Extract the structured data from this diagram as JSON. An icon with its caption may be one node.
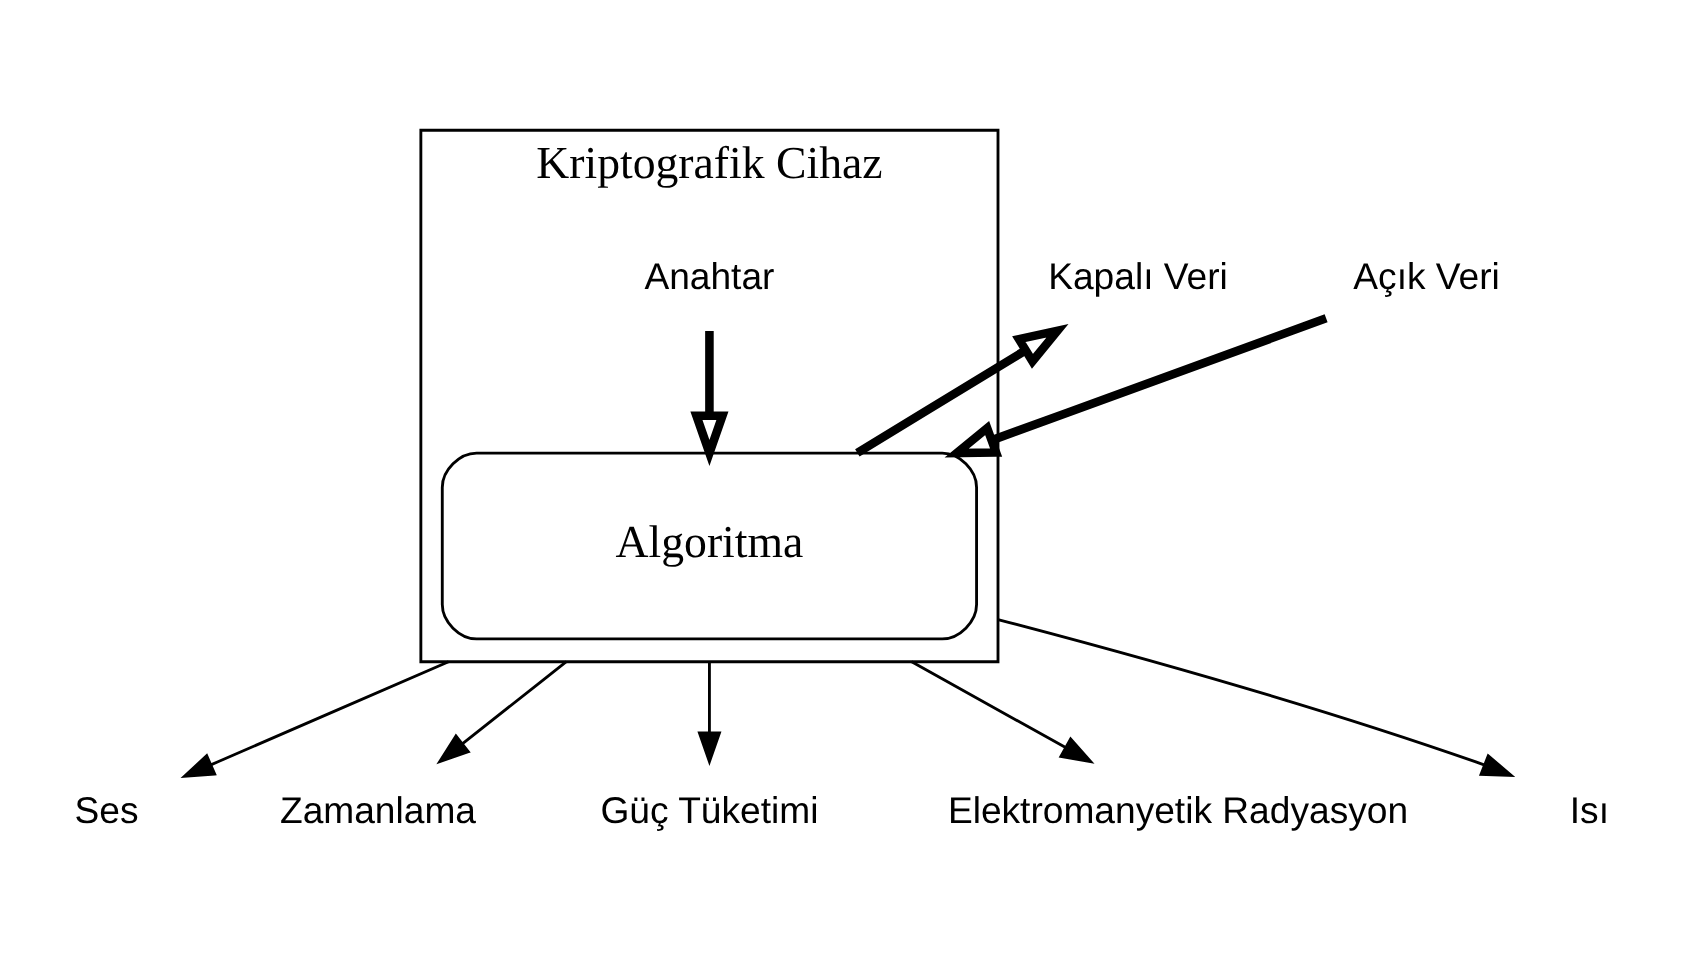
{
  "diagram": {
    "nodes": [
      {
        "text": [
          "Kriptografik Cihaz"
        ]
      },
      {
        "text": [
          "Anahtar"
        ],
        "in": 0
      },
      {
        "text": [
          "Algoritma"
        ],
        "in": 0
      },
      {
        "text": [
          "Açık Veri"
        ]
      },
      {
        "text": [
          "Kapalı Veri"
        ]
      },
      {
        "text": [
          "Ses"
        ]
      },
      {
        "text": [
          "Zamanlama"
        ]
      },
      {
        "text": [
          "Güç Tüketimi"
        ]
      },
      {
        "text": [
          "Elektromanyetik Radyasyon"
        ]
      },
      {
        "text": [
          "Isı"
        ]
      }
    ],
    "edges": [
      {
        "from": 1,
        "to": 2,
        "arrow": "to",
        "style": "thick"
      },
      {
        "from": 3,
        "to": 2,
        "arrow": "to",
        "style": "thick"
      },
      {
        "from": 2,
        "to": 4,
        "arrow": "to",
        "style": "thick"
      },
      {
        "from": 0,
        "to": 5,
        "arrow": "to"
      },
      {
        "from": 0,
        "to": 6,
        "arrow": "to"
      },
      {
        "from": 0,
        "to": 7,
        "arrow": "to"
      },
      {
        "from": 0,
        "to": 8,
        "arrow": "to"
      },
      {
        "from": 0,
        "to": 9,
        "arrow": "to"
      }
    ]
  }
}
